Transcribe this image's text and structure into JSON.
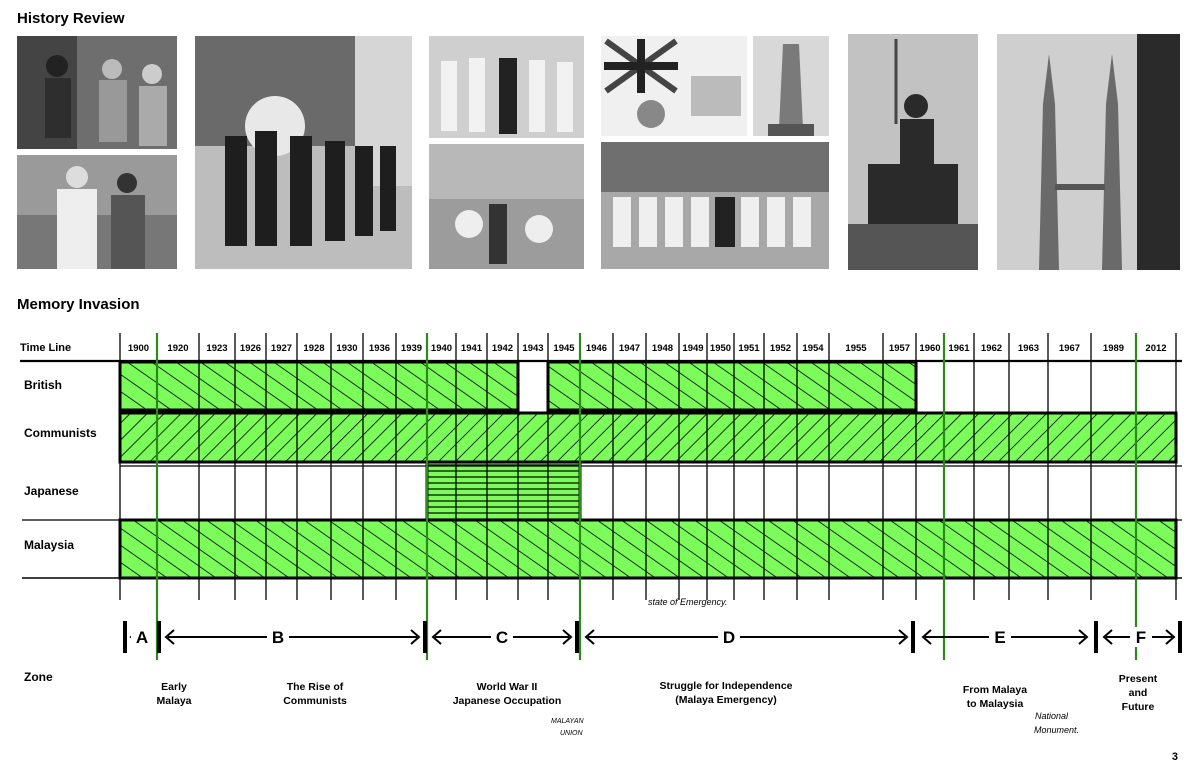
{
  "headings": {
    "history": "History Review",
    "memory": "Memory Invasion"
  },
  "timeline": {
    "row_header": "Time Line",
    "years": [
      "1900",
      "1920",
      "1923",
      "1926",
      "1927",
      "1928",
      "1930",
      "1936",
      "1939",
      "1940",
      "1941",
      "1942",
      "1943",
      "1945",
      "1946",
      "1947",
      "1948",
      "1949",
      "1950",
      "1951",
      "1952",
      "1954",
      "1955",
      "1957",
      "1960",
      "1961",
      "1962",
      "1963",
      "1967",
      "1989",
      "2012"
    ],
    "rows": [
      {
        "label": "British",
        "periods": [
          [
            0,
            12
          ],
          [
            13,
            24
          ]
        ],
        "hatch": "forward"
      },
      {
        "label": "Communists",
        "periods": [
          [
            0,
            31
          ]
        ],
        "hatch": "back"
      },
      {
        "label": "Japanese",
        "periods": [
          [
            9,
            14
          ]
        ],
        "hatch": "horizontal"
      },
      {
        "label": "Malaysia",
        "periods": [
          [
            0,
            31
          ]
        ],
        "hatch": "forward"
      }
    ],
    "highlight_color": "#7CFC5A"
  },
  "zones": {
    "label": "Zone",
    "items": [
      {
        "letter": "A",
        "caption": [
          "Early",
          "Malaya"
        ]
      },
      {
        "letter": "B",
        "caption": [
          "The Rise of",
          "Communists"
        ]
      },
      {
        "letter": "C",
        "caption": [
          "World War II",
          "Japanese Occupation"
        ]
      },
      {
        "letter": "D",
        "caption": [
          "Struggle for Independence",
          "(Malaya Emergency)"
        ]
      },
      {
        "letter": "E",
        "caption": [
          "From Malaya",
          "to Malaysia"
        ]
      },
      {
        "letter": "F",
        "caption": [
          "Present",
          "and",
          "Future"
        ]
      }
    ],
    "notes": {
      "emergency": "state of Emergency.",
      "union": [
        "MALAYAN",
        "UNION"
      ],
      "monument": [
        "National",
        "Monument."
      ]
    }
  },
  "page_number": "3"
}
